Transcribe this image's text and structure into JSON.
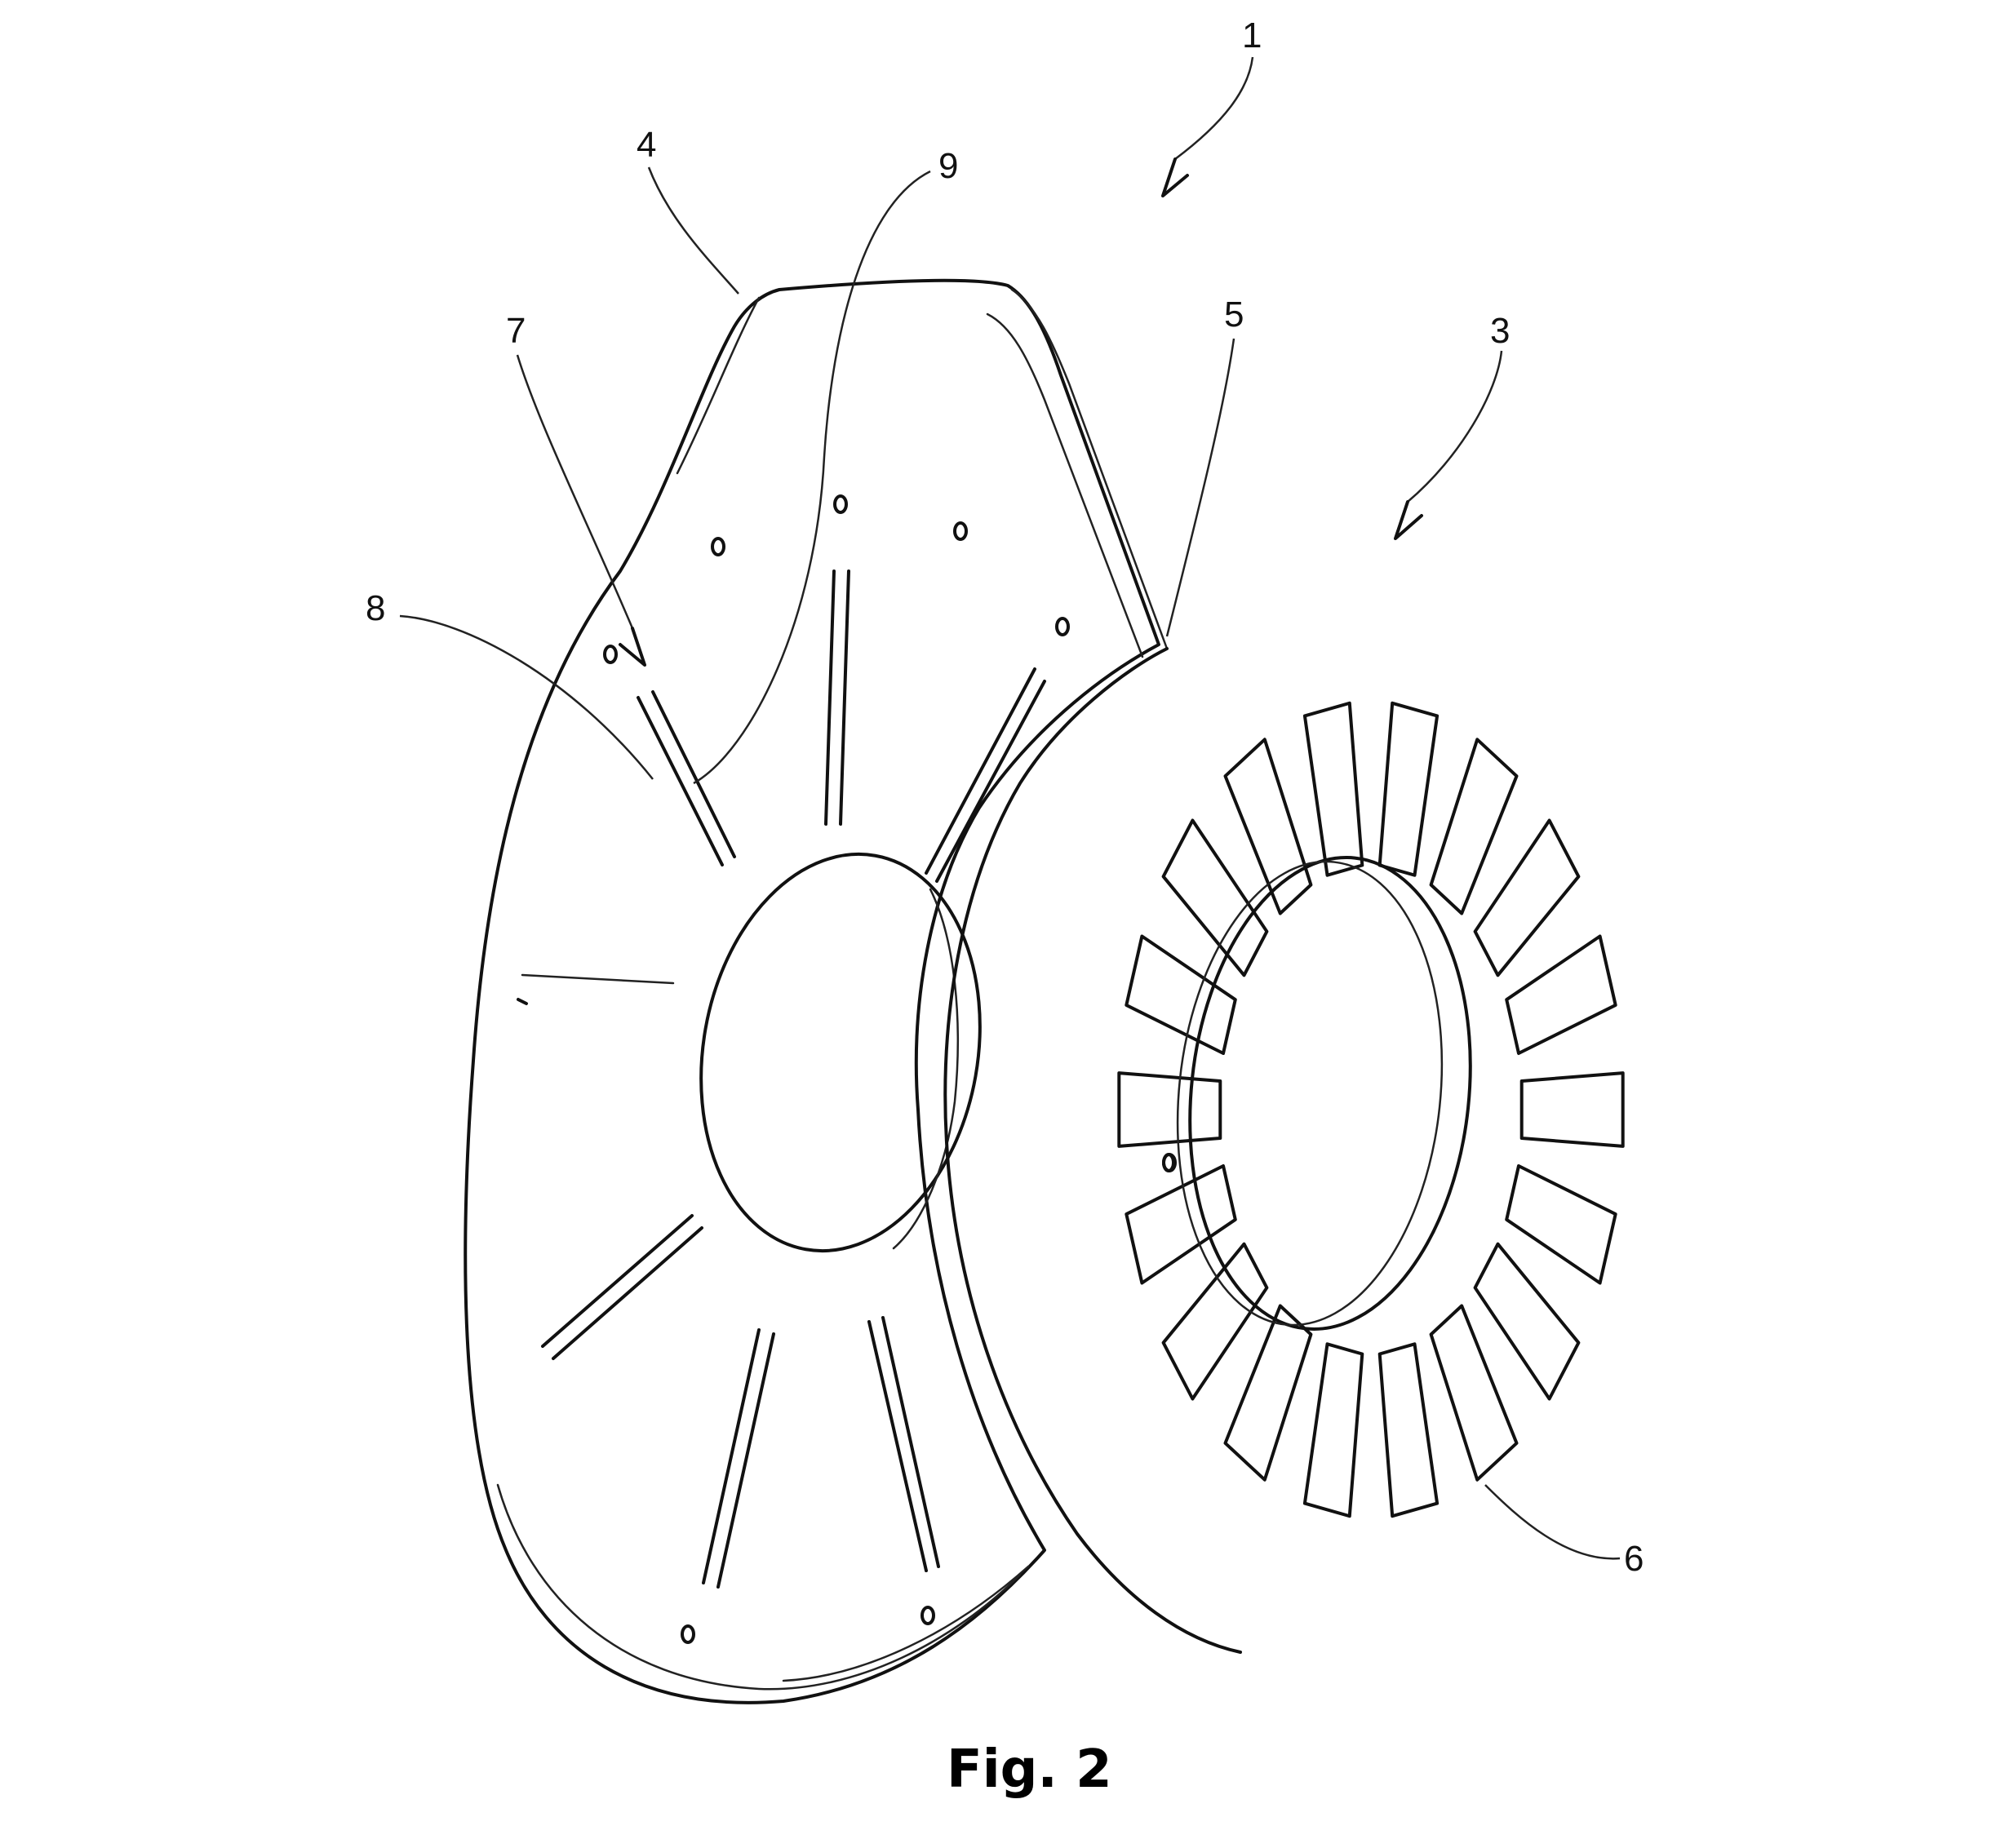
{
  "figure": {
    "caption": "Fig. 2",
    "labels": {
      "l1": "1",
      "l3": "3",
      "l4": "4",
      "l5": "5",
      "l6": "6",
      "l7": "7",
      "l8": "8",
      "l9": "9"
    }
  }
}
